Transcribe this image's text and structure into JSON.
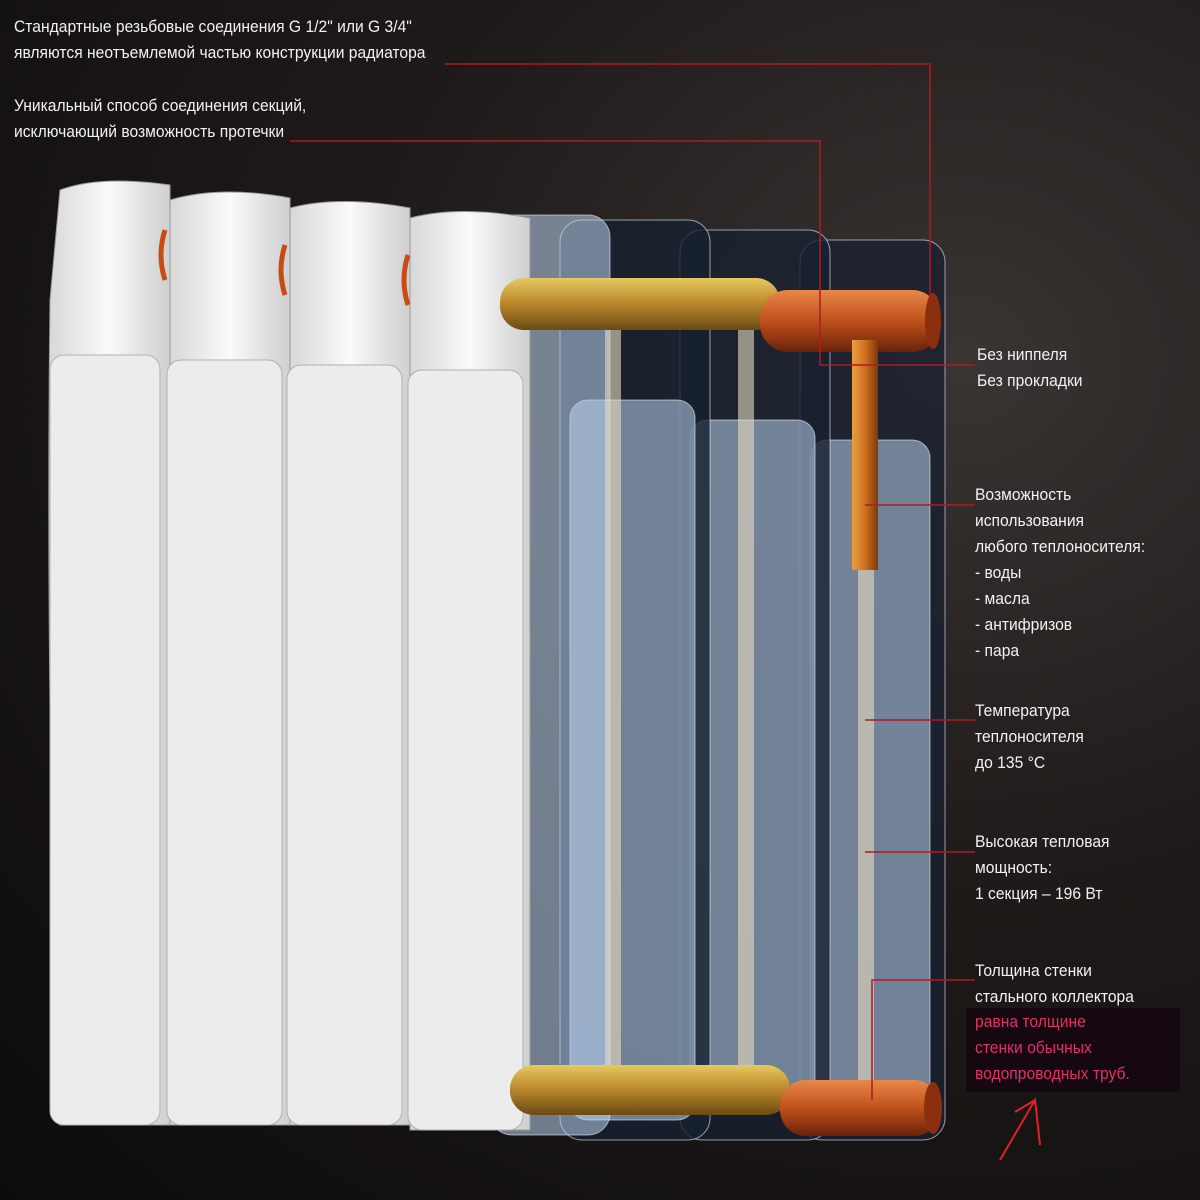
{
  "callouts": {
    "threads": [
      "Стандартные  резьбовые соединения G 1/2\" или  G 3/4\"",
      "являются неотъемлемой частью конструкции радиатора"
    ],
    "connection": [
      "Уникальный способ соединения секций,",
      "исключающий возможность протечки"
    ],
    "nipple": [
      "Без ниппеля",
      "Без прокладки"
    ],
    "coolant": [
      "Возможность",
      "использования",
      "любого теплоносителя:",
      "- воды",
      "- масла",
      "- антифризов",
      "- пара"
    ],
    "temperature": [
      "Температура",
      "теплоносителя",
      "до 135 °С"
    ],
    "power": [
      "Высокая тепловая",
      "мощность:",
      "1 секция – 196 Вт"
    ],
    "wall": [
      "Толщина стенки",
      "стального коллектора"
    ],
    "wall_note": [
      "равна толщине",
      "стенки обычных",
      "водопроводных труб."
    ]
  },
  "colors": {
    "leader": "#b01a22",
    "note": "#e0306a",
    "pipe": "#c79a2c",
    "copper": "#c8501c"
  }
}
